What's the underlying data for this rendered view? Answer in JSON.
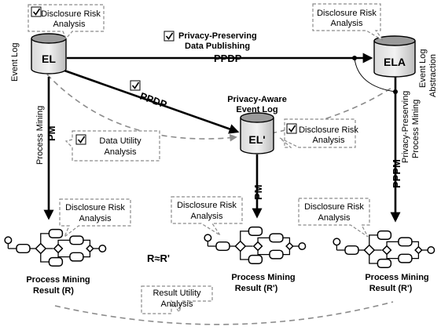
{
  "databases": {
    "el": "EL",
    "ela": "ELA",
    "el_prime": "EL'"
  },
  "side_labels": {
    "event_log": "Event Log",
    "event_log_abstraction": [
      "Event Log",
      "Abstraction"
    ],
    "process_mining": "Process Mining",
    "privacy_preserving_process_mining": [
      "Privacy-Preserving",
      "Process Mining"
    ]
  },
  "bubbles": {
    "top_left_risk": [
      "Disclosure Risk",
      "Analysis"
    ],
    "top_right_risk": [
      "Disclosure Risk",
      "Analysis"
    ],
    "mid_risk": [
      "Disclosure Risk",
      "Analysis"
    ],
    "data_utility": [
      "Data Utility",
      "Analysis"
    ],
    "left_result_risk": [
      "Disclosure Risk",
      "Analysis"
    ],
    "mid_result_risk": [
      "Disclosure Risk",
      "Analysis"
    ],
    "right_result_risk": [
      "Disclosure Risk",
      "Analysis"
    ],
    "result_utility": [
      "Result Utility",
      "Analysis"
    ]
  },
  "headings": {
    "ppdp_title": [
      "Privacy-Preserving",
      "Data Publishing"
    ],
    "privacy_aware_title": [
      "Privacy-Aware",
      "Event Log"
    ]
  },
  "arrow_labels": {
    "ppdp_top": "PPDP",
    "ppdp_diag": "PPDP",
    "pm_left": "PM",
    "pm_mid": "PM",
    "pppm_right": "PPPM"
  },
  "equivalence": "R≈R'",
  "results": {
    "left": [
      "Process Mining",
      "Result (R)"
    ],
    "mid": [
      "Process Mining",
      "Result (R')"
    ],
    "right": [
      "Process Mining",
      "Result (R')"
    ]
  }
}
